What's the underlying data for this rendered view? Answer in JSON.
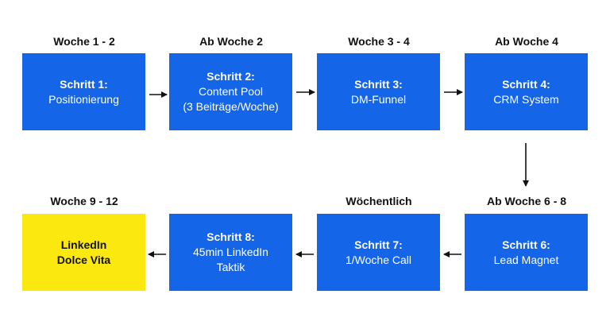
{
  "top_row": [
    {
      "week": "Woche 1 - 2",
      "title": "Schritt 1:",
      "lines": [
        "Positionierung"
      ]
    },
    {
      "week": "Ab Woche 2",
      "title": "Schritt 2:",
      "lines": [
        "Content Pool",
        "(3 Beiträge/Woche)"
      ]
    },
    {
      "week": "Woche 3 - 4",
      "title": "Schritt 3:",
      "lines": [
        "DM-Funnel"
      ]
    },
    {
      "week": "Ab Woche 4",
      "title": "Schritt 4:",
      "lines": [
        "CRM System"
      ]
    }
  ],
  "bottom_row": [
    {
      "week": "Woche 9 - 12",
      "title": "LinkedIn",
      "lines": [
        "Dolce Vita"
      ]
    },
    {
      "week": "",
      "title": "Schritt 8:",
      "lines": [
        "45min LinkedIn",
        "Taktik"
      ]
    },
    {
      "week": "Wöchentlich",
      "title": "Schritt 7:",
      "lines": [
        "1/Woche Call"
      ]
    },
    {
      "week": "Ab Woche 6 - 8",
      "title": "Schritt 6:",
      "lines": [
        "Lead Magnet"
      ]
    }
  ],
  "colors": {
    "step_box": "#1565e8",
    "final_box": "#fbe80f"
  }
}
